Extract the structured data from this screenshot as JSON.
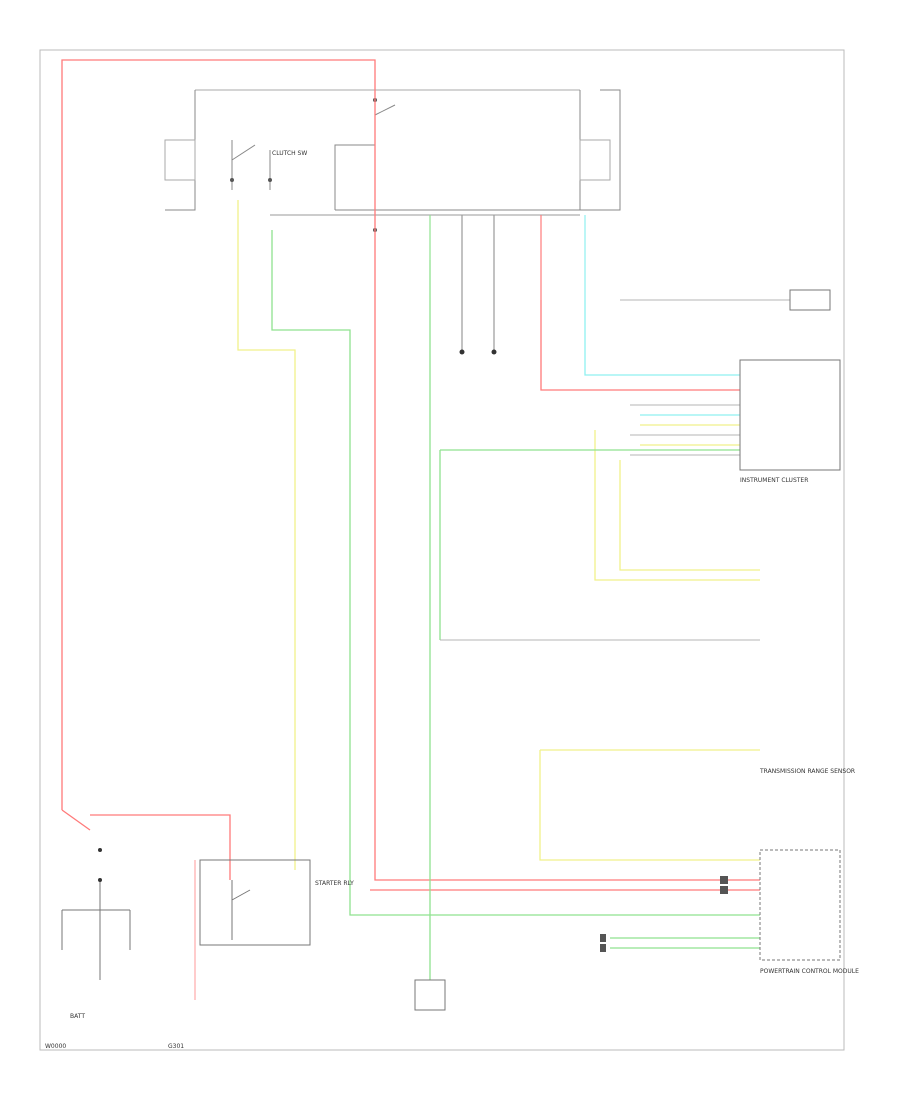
{
  "diagram": {
    "colors": {
      "wire_red": "#ff7a7a",
      "wire_yellow": "#f1f18a",
      "wire_green": "#8fe28f",
      "wire_cyan": "#8ff0f0",
      "wire_gray": "#cfcfcf",
      "frame": "#999999",
      "text": "#333333"
    },
    "labels": {
      "page_id": "W0000",
      "starter_relay_caption": "STARTER RLY",
      "ground_caption": "G301",
      "battery_caption": "BATT",
      "clutch_switch_caption": "CLUTCH SW",
      "instrument_cluster_caption": "INSTRUMENT CLUSTER",
      "transmission_caption": "TRANSMISSION RANGE SENSOR",
      "powertrain_module_caption": "POWERTRAIN CONTROL MODULE"
    }
  }
}
